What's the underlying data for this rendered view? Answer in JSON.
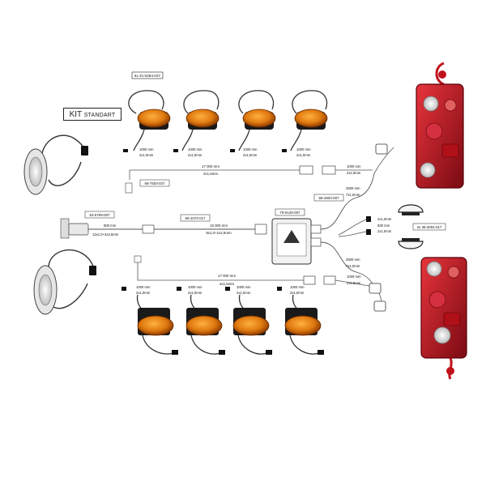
{
  "kit_label": "KIT",
  "kit_sublabel": "STANDART",
  "part_codes": {
    "top_markers": "6x 31-0264-037",
    "cable_top": "68-7503-027",
    "side_marker": "53-6799-007",
    "main_cable": "65-1072-017",
    "junction_box": "78-6125-007",
    "cable_right": "68-4903-007",
    "plate_lamps": "2x 36-3004-017"
  },
  "top_lead_labels": [
    {
      "length": "1000 mm",
      "spec": "2x1,0mm"
    },
    {
      "length": "1000 mm",
      "spec": "2x1,0mm"
    },
    {
      "length": "1000 mm",
      "spec": "2x1,0mm"
    },
    {
      "length": "1000 mm",
      "spec": "2x1,0mm"
    }
  ],
  "bottom_lead_labels": [
    {
      "length": "1000 mm",
      "spec": "2x1,0mm"
    },
    {
      "length": "1000 mm",
      "spec": "2x1,0mm"
    },
    {
      "length": "1000 mm",
      "spec": "2x1,0mm"
    },
    {
      "length": "1000 mm",
      "spec": "2x1,0mm"
    }
  ],
  "upper_cable": {
    "length": "17 000 mm",
    "spec": "2x1,5mm"
  },
  "lower_cable": {
    "length": "17 000 mm",
    "spec": "2x1,5mm"
  },
  "main_cable_labels": {
    "length": "15 000 mm",
    "spec": "8x1,0+1x2,5mm"
  },
  "side_lead": {
    "length": "600 mm",
    "spec": "12x1,0+3x2,5mm"
  },
  "right_upper_lead": {
    "length": "1000 mm",
    "spec": "2x1,5mm"
  },
  "right_upper_run": {
    "length": "2500 mm",
    "spec": "7x1,0mm"
  },
  "right_lower_lead": {
    "length": "1000 mm",
    "spec": "2x1,5mm"
  },
  "right_lower_run": {
    "length": "2500 mm",
    "spec": "7x1,0mm"
  },
  "plate_upper": {
    "spec": "2x1,0mm"
  },
  "plate_mid": {
    "length": "500 mm",
    "spec": "2x1,0mm"
  },
  "colors": {
    "amber": "#e07a10",
    "amber_dark": "#8a3a00",
    "red": "#c0121c",
    "red_dark": "#6a0a10",
    "housing": "#1a1a1a",
    "cable": "#333333",
    "box": "#f2f2f2"
  }
}
